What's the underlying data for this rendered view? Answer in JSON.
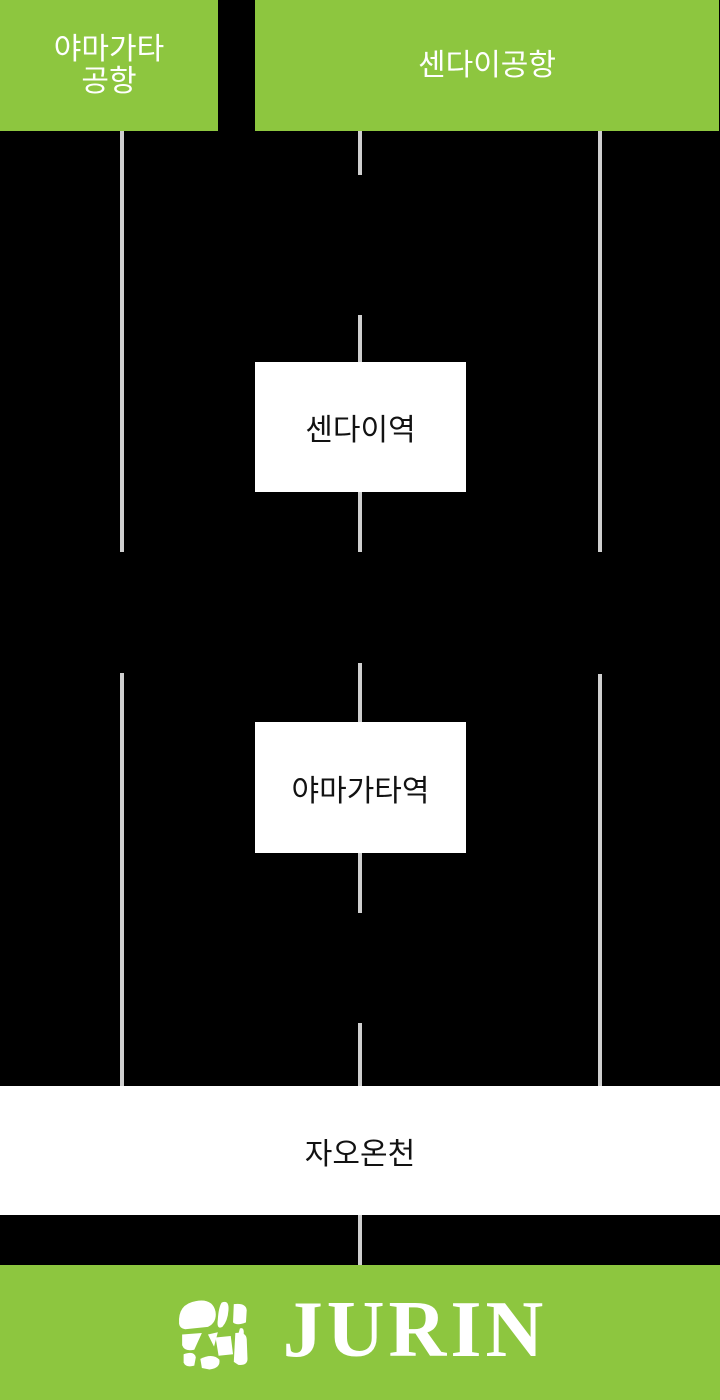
{
  "diagram": {
    "airports": {
      "yamagata_airport": {
        "label": "야마가타\n공항"
      },
      "sendai_airport": {
        "label": "센다이공항"
      }
    },
    "stations": {
      "sendai_station": {
        "label": "센다이역"
      },
      "yamagata_station": {
        "label": "야마가타역"
      }
    },
    "destination": {
      "zao_onsen": {
        "label": "자오온천"
      }
    },
    "edges": [
      {
        "from": "yamagata_airport",
        "to": "zao_onsen"
      },
      {
        "from": "sendai_airport",
        "to": "sendai_station"
      },
      {
        "from": "sendai_station",
        "to": "yamagata_station"
      },
      {
        "from": "yamagata_station",
        "to": "zao_onsen"
      },
      {
        "from": "sendai_airport",
        "to": "zao_onsen"
      }
    ],
    "colors": {
      "accent_green": "#8dc63f",
      "connector_gray": "#cfcfcf",
      "background": "#000000",
      "box_text_dark": "#121212",
      "box_text_light": "#ffffff"
    }
  },
  "footer": {
    "brand": "JURIN",
    "logo": "jurin-mosaic-logo"
  }
}
